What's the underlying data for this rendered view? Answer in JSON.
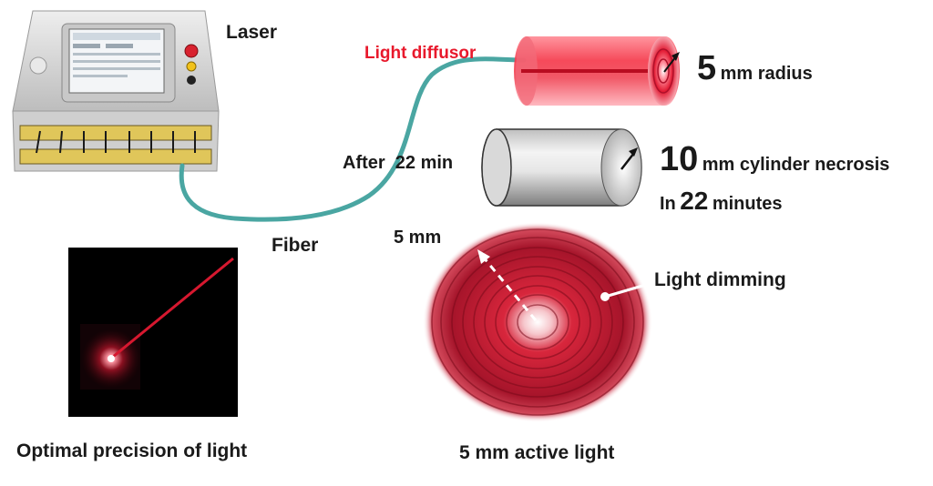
{
  "labels": {
    "laser": "Laser",
    "light_diffusor": "Light diffusor",
    "fiber": "Fiber",
    "after_time": "After  22 min",
    "radius_number": "5",
    "radius_unit": "mm radius",
    "necrosis_number": "10",
    "necrosis_text": "mm cylinder necrosis",
    "in_prefix": "In",
    "in_number": "22",
    "in_suffix": "minutes",
    "five_mm": "5 mm",
    "light_dimming": "Light dimming",
    "caption_left": "Optimal precision of light",
    "caption_right": "5 mm active light"
  },
  "colors": {
    "diffusor_red": "#e8192c",
    "fiber_teal": "#4aa6a2",
    "text_dark": "#1a1a1a",
    "laser_body": "#d9d9d9",
    "photo_bg": "#000000",
    "glow_red": "#d6182f"
  }
}
